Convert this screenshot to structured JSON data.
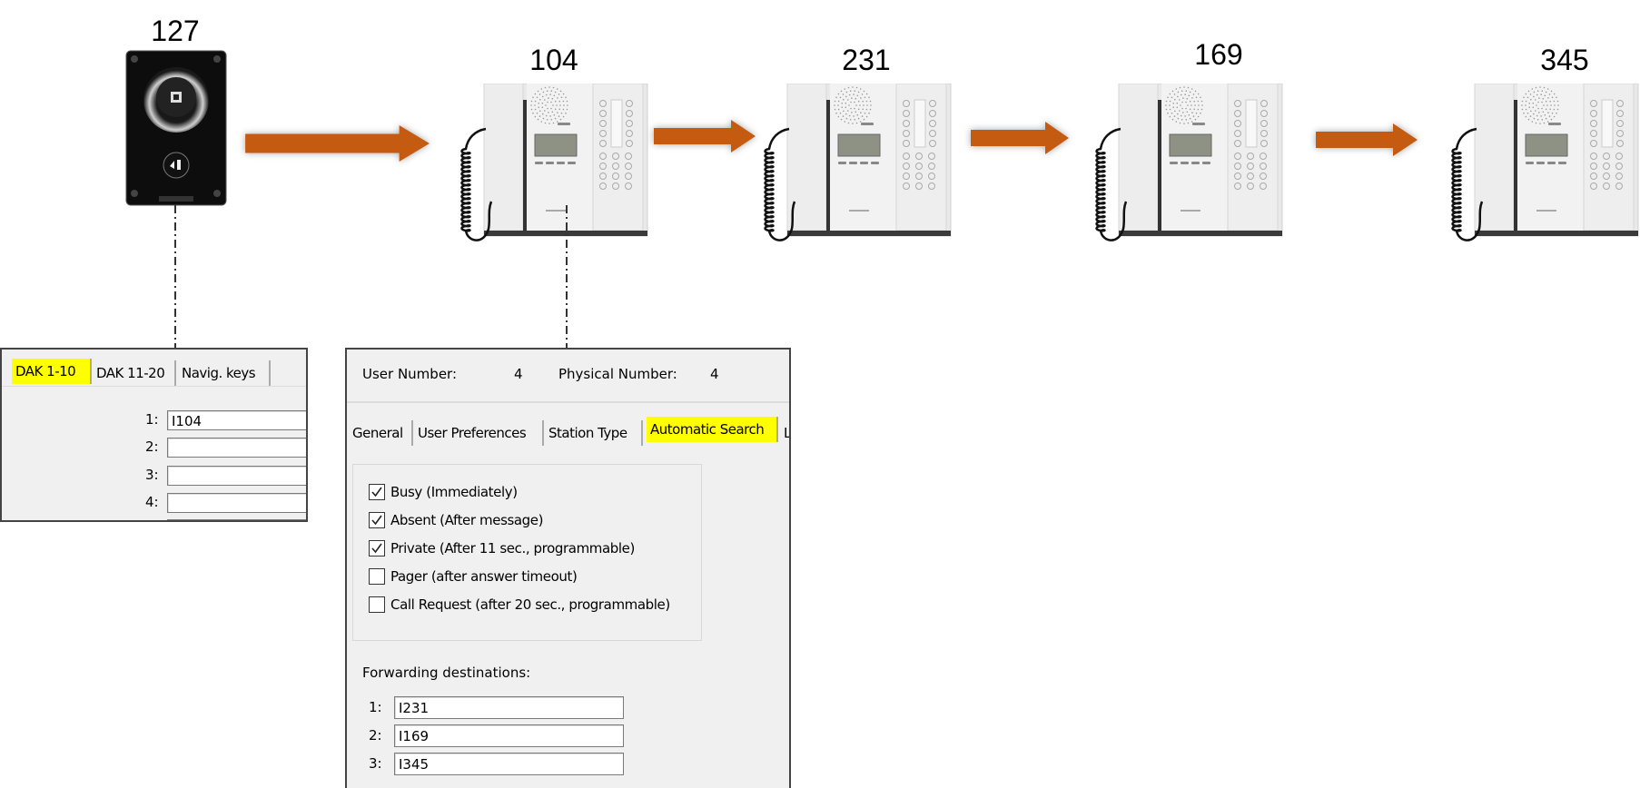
{
  "devices": [
    {
      "number": "127",
      "type": "intercom-panel"
    },
    {
      "number": "104",
      "type": "desk-station"
    },
    {
      "number": "231",
      "type": "desk-station"
    },
    {
      "number": "169",
      "type": "desk-station"
    },
    {
      "number": "345",
      "type": "desk-station"
    }
  ],
  "colors": {
    "arrow": "#c55a11",
    "highlight": "#ffff00"
  },
  "dak_panel": {
    "tabs": [
      "DAK 1-10",
      "DAK 11-20",
      "Navig. keys"
    ],
    "rows": [
      {
        "label": "1:",
        "value": "I104"
      },
      {
        "label": "2:",
        "value": ""
      },
      {
        "label": "3:",
        "value": ""
      },
      {
        "label": "4:",
        "value": ""
      }
    ]
  },
  "station_panel": {
    "user_number_label": "User Number:",
    "user_number": "4",
    "physical_number_label": "Physical Number:",
    "physical_number": "4",
    "tabs": [
      "General",
      "User Preferences",
      "Station Type",
      "Automatic Search",
      "L"
    ],
    "options": [
      {
        "label": "Busy (Immediately)",
        "checked": true
      },
      {
        "label": "Absent (After message)",
        "checked": true
      },
      {
        "label": "Private (After 11 sec., programmable)",
        "checked": true
      },
      {
        "label": "Pager (after answer timeout)",
        "checked": false
      },
      {
        "label": "Call Request (after 20 sec., programmable)",
        "checked": false
      }
    ],
    "forwarding_label": "Forwarding destinations:",
    "forwarding": [
      {
        "label": "1:",
        "value": "I231"
      },
      {
        "label": "2:",
        "value": "I169"
      },
      {
        "label": "3:",
        "value": "I345"
      }
    ]
  }
}
